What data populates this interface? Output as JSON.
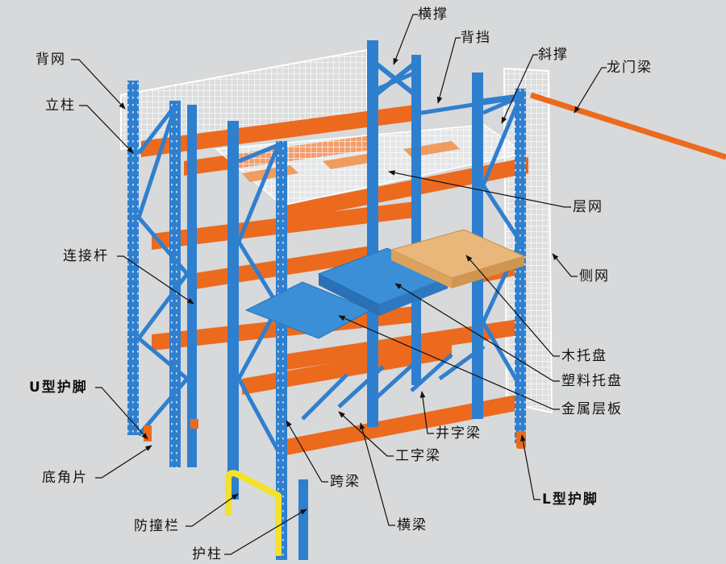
{
  "diagram": {
    "title": "Heavy-duty pallet racking components",
    "colors": {
      "background": "#d8d9da",
      "upright_blue": "#2f7fcf",
      "beam_orange": "#ec6a1e",
      "guard_yellow": "#f4e12a",
      "wood_pallet": "#e8b779",
      "mesh_white": "#ffffff",
      "leader_line": "#111111"
    },
    "labels": {
      "back_mesh": "背网",
      "upright": "立柱",
      "horizontal_brace": "横撑",
      "back_stop": "背挡",
      "diagonal_brace": "斜撑",
      "gantry_beam": "龙门梁",
      "shelf_mesh": "层网",
      "side_mesh": "侧网",
      "connecting_bar": "连接杆",
      "wood_pallet": "木托盘",
      "plastic_pallet": "塑料托盘",
      "metal_shelf_panel": "金属层板",
      "u_foot_guard": "U型护脚",
      "cross_grid_beam": "井字梁",
      "i_beam": "工字梁",
      "base_plate": "底角片",
      "span_beam": "跨梁",
      "l_foot_guard": "L型护脚",
      "crash_barrier": "防撞栏",
      "column_guard": "护柱",
      "cross_beam": "横梁"
    }
  }
}
